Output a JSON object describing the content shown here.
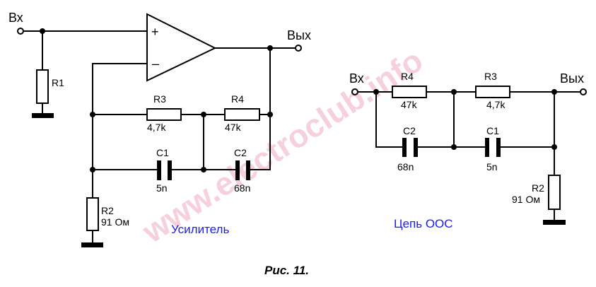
{
  "figure": {
    "caption": "Рис. 11.",
    "watermark": "www.electroclub.info"
  },
  "amplifier": {
    "title": "Усилитель",
    "input_label": "Вх",
    "output_label": "Вых",
    "plus_sign": "+",
    "minus_sign": "–",
    "r1": {
      "name": "R1"
    },
    "r2": {
      "name": "R2",
      "value": "91 Ом"
    },
    "r3": {
      "name": "R3",
      "value": "4,7k"
    },
    "r4": {
      "name": "R4",
      "value": "47k"
    },
    "c1": {
      "name": "C1",
      "value": "5n"
    },
    "c2": {
      "name": "C2",
      "value": "68n"
    }
  },
  "feedback": {
    "title": "Цепь ООС",
    "input_label": "Вх",
    "output_label": "Вых",
    "r4": {
      "name": "R4",
      "value": "47k"
    },
    "r3": {
      "name": "R3",
      "value": "4,7k"
    },
    "c2": {
      "name": "C2",
      "value": "68n"
    },
    "c1": {
      "name": "C1",
      "value": "5n"
    },
    "r2": {
      "name": "R2",
      "value": "91 Ом"
    }
  }
}
